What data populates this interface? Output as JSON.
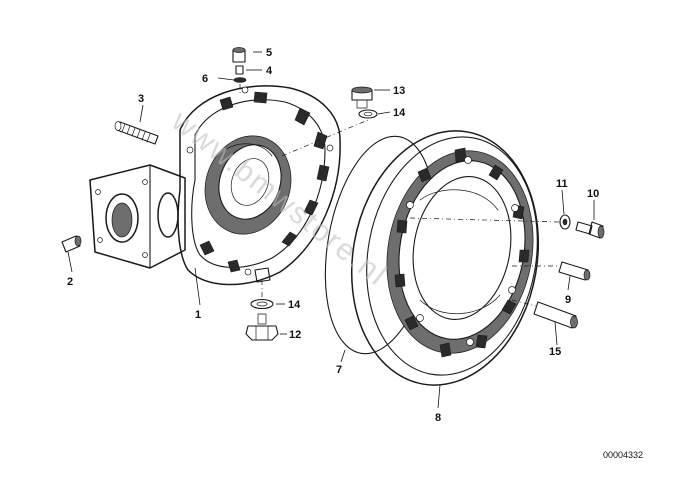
{
  "callouts": {
    "c1": "1",
    "c2": "2",
    "c3": "3",
    "c4": "4",
    "c5": "5",
    "c6": "6",
    "c7": "7",
    "c8": "8",
    "c9": "9",
    "c10": "10",
    "c11": "11",
    "c12": "12",
    "c13": "13",
    "c14a": "14",
    "c14b": "14",
    "c15": "15"
  },
  "watermark": "www.bmwstore.nl",
  "diagram_number": "00004332",
  "colors": {
    "ink": "#1a1a1a",
    "shade": "#6e6e6e",
    "watermark": "#bdbdbd",
    "background": "#ffffff"
  }
}
